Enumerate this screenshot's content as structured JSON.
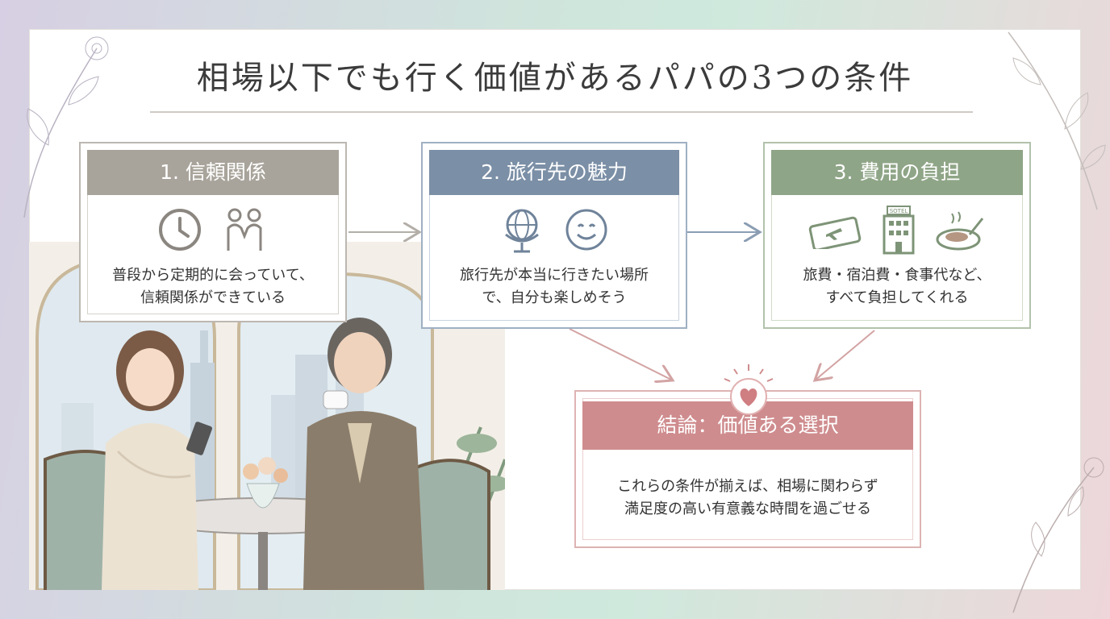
{
  "title": "相場以下でも行く価値があるパパの3つの条件",
  "cards": [
    {
      "heading": "1. 信頼関係",
      "icons": [
        "clock-icon",
        "couple-icon"
      ],
      "body_line1": "普段から定期的に会っていて、",
      "body_line2": "信頼関係ができている",
      "color": "#a9a49b"
    },
    {
      "heading": "2. 旅行先の魅力",
      "icons": [
        "globe-icon",
        "smile-icon"
      ],
      "body_line1": "旅行先が本当に行きたい場所",
      "body_line2": "で、自分も楽しめそう",
      "color": "#7b8fa6"
    },
    {
      "heading": "3. 費用の負担",
      "icons": [
        "ticket-icon",
        "hotel-icon",
        "food-icon"
      ],
      "hotel_sign": "SOTEL",
      "body_line1": "旅費・宿泊費・食事代など、",
      "body_line2": "すべて負担してくれる",
      "color": "#8fa587"
    }
  ],
  "conclusion": {
    "heading": "結論：価値ある選択",
    "body_line1": "これらの条件が揃えば、相場に関わらず",
    "body_line2": "満足度の高い有意義な時間を過ごせる",
    "color": "#cf8c8e",
    "icon": "heart-icon"
  }
}
